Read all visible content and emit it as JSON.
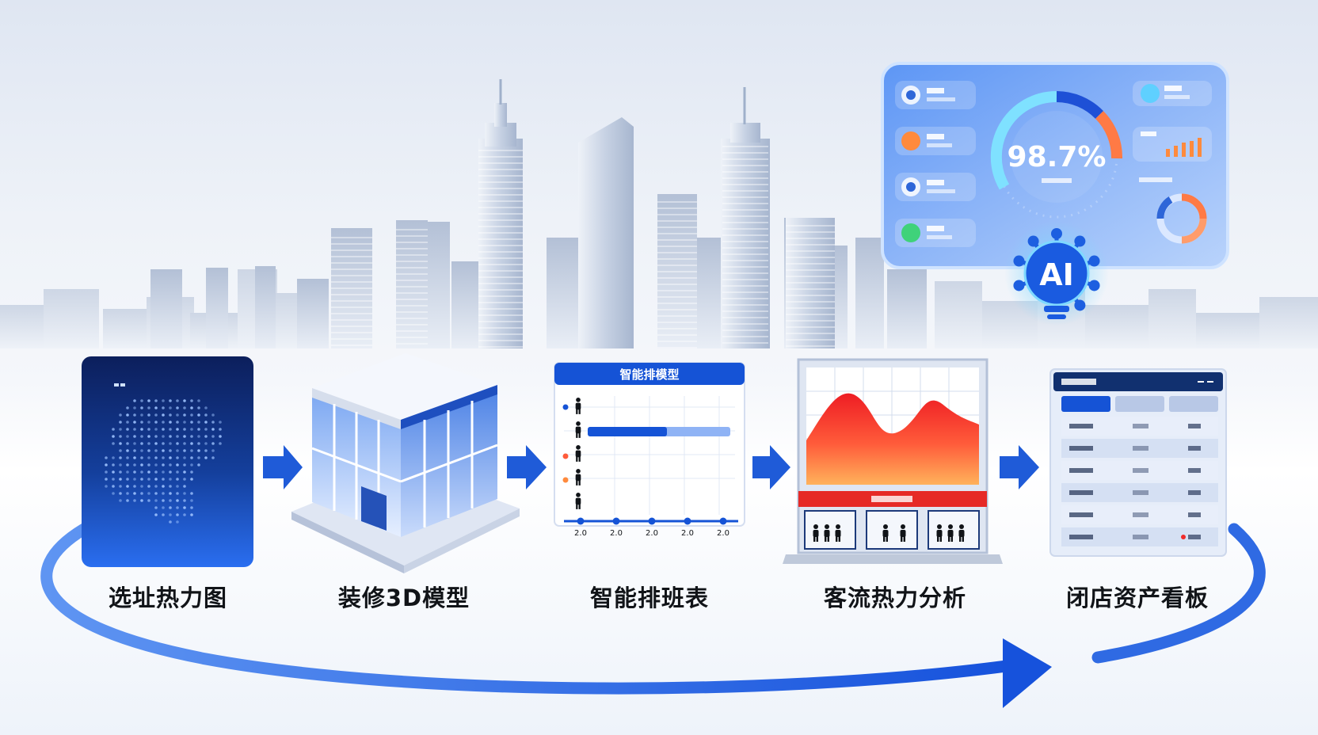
{
  "dashboard": {
    "percent": "98.7%",
    "ai_badge": "AI",
    "gauge_fraction": 0.987
  },
  "steps": [
    {
      "label": "选址热力图"
    },
    {
      "label": "装修3D模型"
    },
    {
      "label": "智能排班表"
    },
    {
      "label": "客流热力分析"
    },
    {
      "label": "闭店资产看板"
    }
  ],
  "schedule_panel": {
    "title": "智能排模型",
    "ticks": [
      "2.0",
      "2.0",
      "2.0",
      "2.0",
      "2.0"
    ]
  },
  "colors": {
    "primary": "#1f5bd8",
    "navy": "#0d2a78",
    "accent_orange": "#ff7a45",
    "heat_red": "#f02a2a",
    "cyan": "#5fd0ff"
  }
}
